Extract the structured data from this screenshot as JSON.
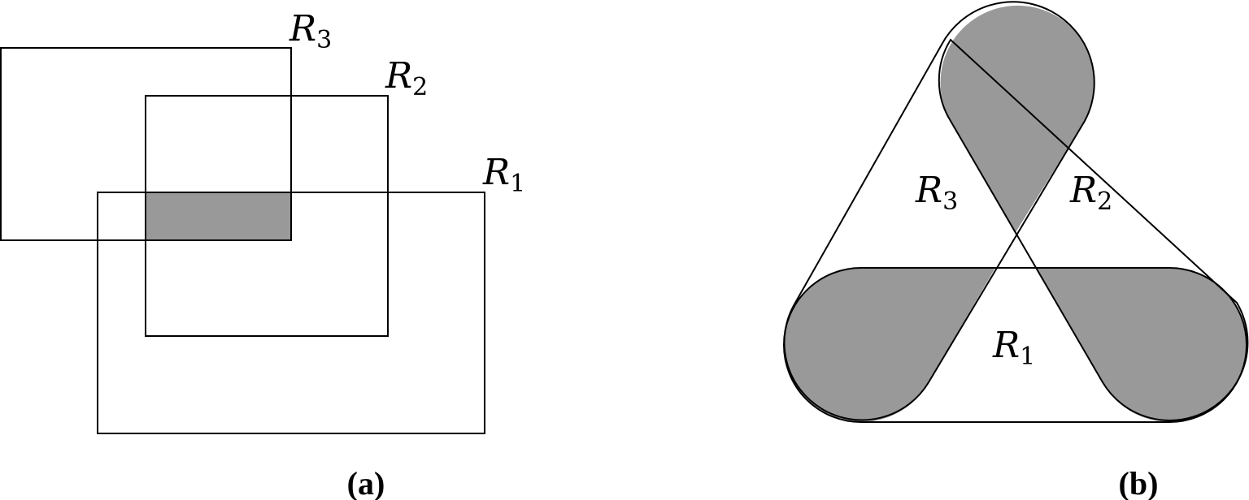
{
  "panel_a": {
    "caption": "(a)",
    "rect_labels": {
      "r1": {
        "main": "R",
        "sub": "1"
      },
      "r2": {
        "main": "R",
        "sub": "2"
      },
      "r3": {
        "main": "R",
        "sub": "3"
      }
    }
  },
  "panel_b": {
    "caption": "(b)",
    "region_labels": {
      "r1": {
        "main": "R",
        "sub": "1"
      },
      "r2": {
        "main": "R",
        "sub": "2"
      },
      "r3": {
        "main": "R",
        "sub": "3"
      }
    }
  },
  "colors": {
    "stroke": "#000000",
    "shaded_fill": "#999999",
    "background": "#ffffff"
  }
}
